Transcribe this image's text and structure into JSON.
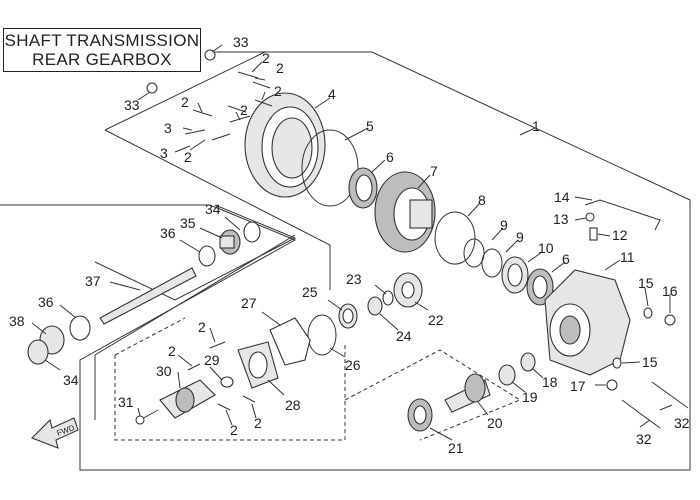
{
  "title": {
    "line1": "SHAFT TRANSMISSION",
    "line2": "REAR GEARBOX"
  },
  "callouts": {
    "c1": "1",
    "c2a": "2",
    "c2b": "2",
    "c2c": "2",
    "c2d": "2",
    "c2e": "2",
    "c2f": "2",
    "c2g": "2",
    "c2h": "2",
    "c2i": "2",
    "c2j": "2",
    "c3a": "3",
    "c3b": "3",
    "c4": "4",
    "c5": "5",
    "c6a": "6",
    "c6b": "6",
    "c7": "7",
    "c8": "8",
    "c9a": "9",
    "c9b": "9",
    "c10": "10",
    "c11": "11",
    "c12": "12",
    "c13": "13",
    "c14": "14",
    "c15a": "15",
    "c15b": "15",
    "c16": "16",
    "c17": "17",
    "c18": "18",
    "c19": "19",
    "c20": "20",
    "c21": "21",
    "c22": "22",
    "c23": "23",
    "c24": "24",
    "c25": "25",
    "c26": "26",
    "c27": "27",
    "c28": "28",
    "c29": "29",
    "c30": "30",
    "c31": "31",
    "c32a": "32",
    "c32b": "32",
    "c33a": "33",
    "c33b": "33",
    "c34a": "34",
    "c34b": "34",
    "c35": "35",
    "c36a": "36",
    "c36b": "36",
    "c37": "37",
    "c38": "38"
  },
  "front_arrow_label": "FWD"
}
